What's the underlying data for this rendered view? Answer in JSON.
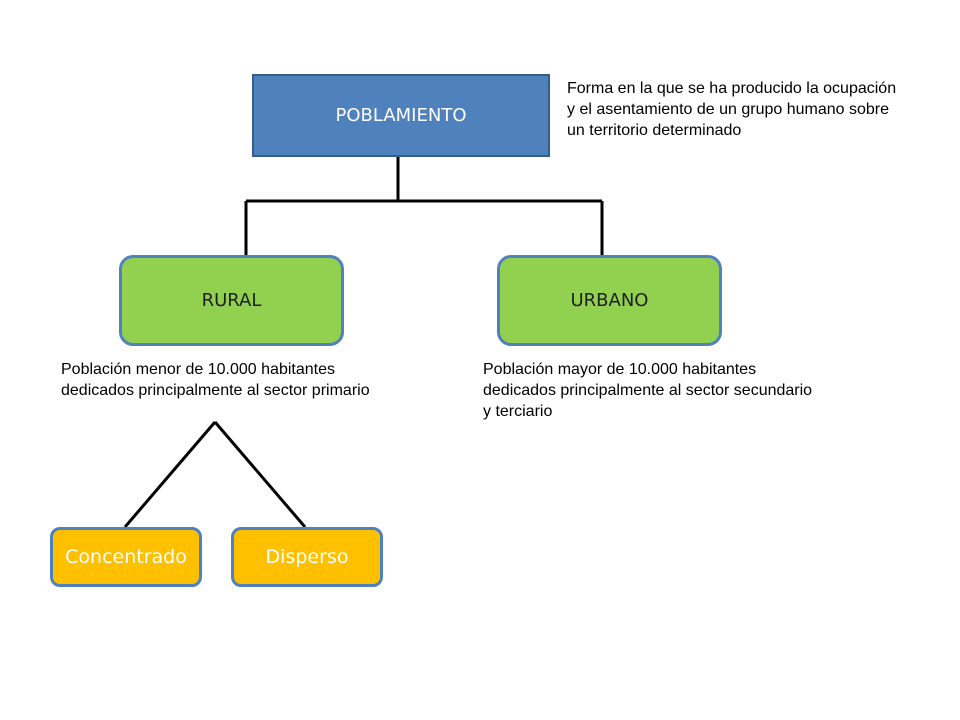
{
  "diagram": {
    "root": {
      "label": "POBLAMIENTO"
    },
    "definition": "Forma en la que se ha producido la ocupación y el asentamiento de un grupo humano sobre un territorio determinado",
    "branches": [
      {
        "label": "RURAL",
        "description": "Población menor de 10.000 habitantes dedicados principalmente al sector primario",
        "children": [
          {
            "label": "Concentrado"
          },
          {
            "label": "Disperso"
          }
        ]
      },
      {
        "label": "URBANO",
        "description": "Población mayor de 10.000 habitantes dedicados principalmente al sector secundario y terciario"
      }
    ]
  },
  "colors": {
    "root_fill": "#4f81bd",
    "branch_fill": "#92d050",
    "leaf_fill": "#ffc000",
    "outline": "#4f81bd",
    "connector": "#000000"
  }
}
